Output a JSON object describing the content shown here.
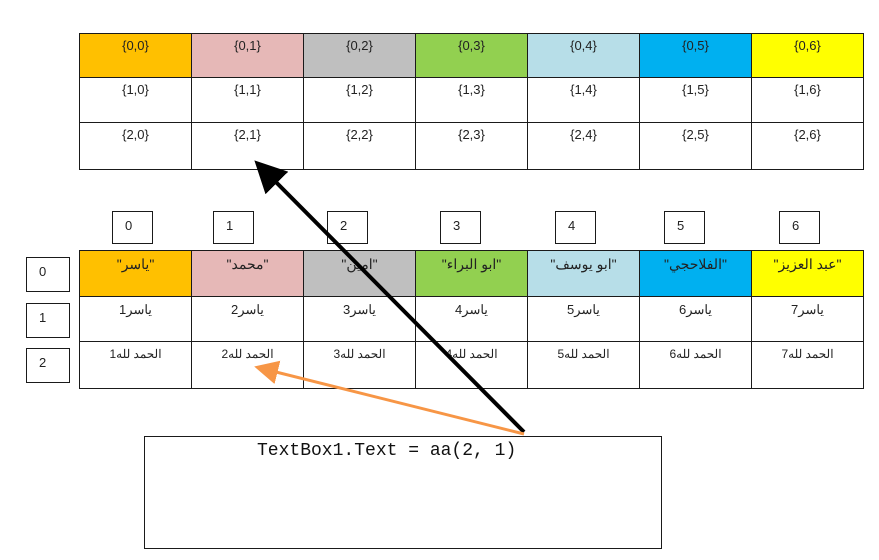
{
  "top_table": {
    "rows": [
      [
        "{0,0}",
        "{0,1}",
        "{0,2}",
        "{0,3}",
        "{0,4}",
        "{0,5}",
        "{0,6}"
      ],
      [
        "{1,0}",
        "{1,1}",
        "{1,2}",
        "{1,3}",
        "{1,4}",
        "{1,5}",
        "{1,6}"
      ],
      [
        "{2,0}",
        "{2,1}",
        "{2,2}",
        "{2,3}",
        "{2,4}",
        "{2,5}",
        "{2,6}"
      ]
    ]
  },
  "header_colors": [
    "#ffc000",
    "#e6b8b7",
    "#bfbfbf",
    "#92d050",
    "#b7dee8",
    "#00b0f0",
    "#ffff00"
  ],
  "column_indices": [
    "0",
    "1",
    "2",
    "3",
    "4",
    "5",
    "6"
  ],
  "row_indices": [
    "0",
    "1",
    "2"
  ],
  "bottom_table": {
    "rows": [
      [
        "\"ياسر\"",
        "\"محمد\"",
        "\"امين\"",
        "\"ابو البراء\"",
        "\"ابو يوسف\"",
        "\"الفلاحجي\"",
        "\"عبد العزيز\""
      ],
      [
        "ياسر1",
        "ياسر2",
        "ياسر3",
        "ياسر4",
        "ياسر5",
        "ياسر6",
        "ياسر7"
      ],
      [
        "الحمد لله1",
        "الحمد لله2",
        "الحمد لله3",
        "الحمد لله4",
        "الحمد لله5",
        "الحمد لله6",
        "الحمد لله7"
      ]
    ]
  },
  "code_box": {
    "text": "TextBox1.Text = aa(2, 1)"
  },
  "arrow_colors": {
    "black_arrow": "#000000",
    "orange_arrow": "#f79646"
  }
}
